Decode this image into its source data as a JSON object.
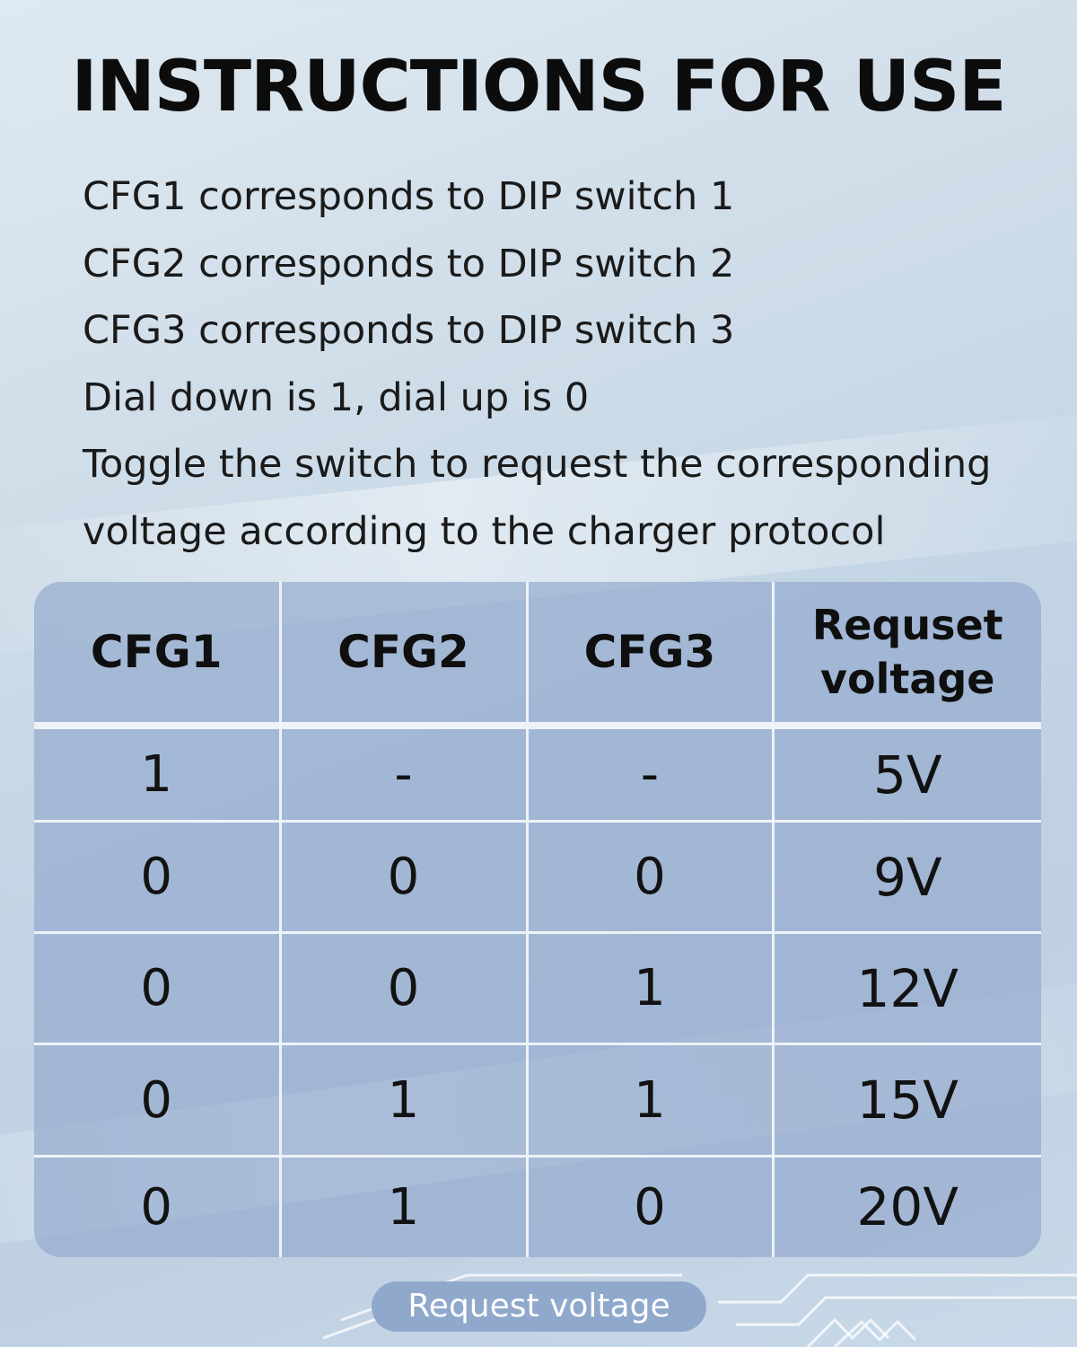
{
  "title": "INSTRUCTIONS FOR USE",
  "instructions": [
    "CFG1 corresponds to DIP switch 1",
    "CFG2 corresponds to DIP switch 2",
    "CFG3 corresponds to DIP switch 3",
    "Dial down is 1, dial up is 0",
    "Toggle the switch to request the corresponding",
    "voltage according to the charger protocol"
  ],
  "table": {
    "headers": [
      "CFG1",
      "CFG2",
      "CFG3"
    ],
    "voltage_header": [
      "Requset",
      "voltage"
    ],
    "rows": [
      {
        "cfg1": "1",
        "cfg2": "-",
        "cfg3": "-",
        "voltage": "5V"
      },
      {
        "cfg1": "0",
        "cfg2": "0",
        "cfg3": "0",
        "voltage": "9V"
      },
      {
        "cfg1": "0",
        "cfg2": "0",
        "cfg3": "1",
        "voltage": "12V"
      },
      {
        "cfg1": "0",
        "cfg2": "1",
        "cfg3": "1",
        "voltage": "15V"
      },
      {
        "cfg1": "0",
        "cfg2": "1",
        "cfg3": "0",
        "voltage": "20V"
      }
    ]
  },
  "footer_label": "Request voltage",
  "colors": {
    "table_fill": "#96acce",
    "grid_lines": "#eef3f8",
    "badge_fill": "#8fa8cb",
    "text": "#111111"
  }
}
